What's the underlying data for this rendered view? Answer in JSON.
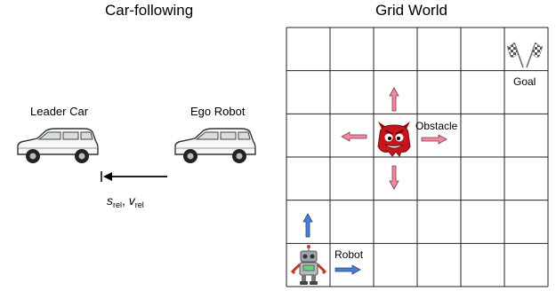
{
  "car_following": {
    "title": "Car-following",
    "leader_label": "Leader Car",
    "ego_label": "Ego Robot",
    "state": {
      "s": "s",
      "s_sub": "rel",
      "v": "v",
      "v_sub": "rel",
      "sep": ","
    },
    "icons": [
      "car-icon",
      "car-icon",
      "arrow-left-icon"
    ]
  },
  "grid_world": {
    "title": "Grid World",
    "rows": 6,
    "cols": 6,
    "goal_label": "Goal",
    "obstacle_label": "Obstacle",
    "robot_label": "Robot",
    "colors": {
      "grid_line": "#222222",
      "obstacle_arrow": "#f08aa0",
      "obstacle_arrow_stroke": "#7a3a4a",
      "robot_arrow": "#4a7fd0",
      "robot_arrow_stroke": "#23467a",
      "monster_body": "#c4161c"
    },
    "icons": [
      "checkered-flag-icon",
      "monster-icon",
      "robot-icon"
    ]
  }
}
